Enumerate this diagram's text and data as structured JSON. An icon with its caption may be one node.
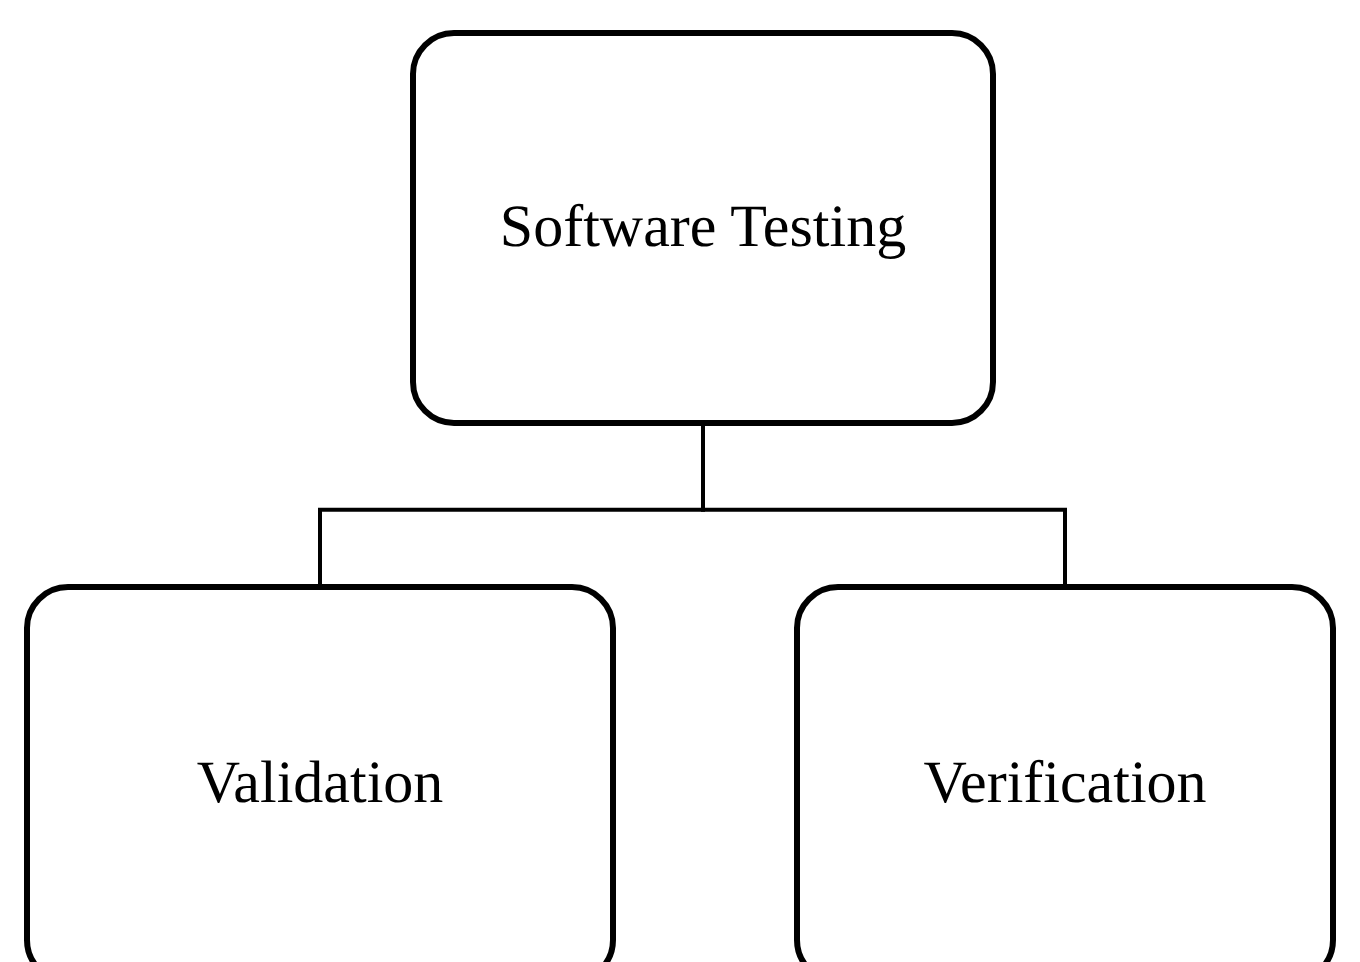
{
  "diagram": {
    "nodes": [
      {
        "text": [
          "Software Testing"
        ]
      },
      {
        "text": [
          "Validation"
        ]
      },
      {
        "text": [
          "Verification"
        ]
      }
    ],
    "edges": [
      {
        "from": 0,
        "to": 1,
        "arrow": "none"
      },
      {
        "from": 0,
        "to": 2,
        "arrow": "none"
      }
    ]
  }
}
